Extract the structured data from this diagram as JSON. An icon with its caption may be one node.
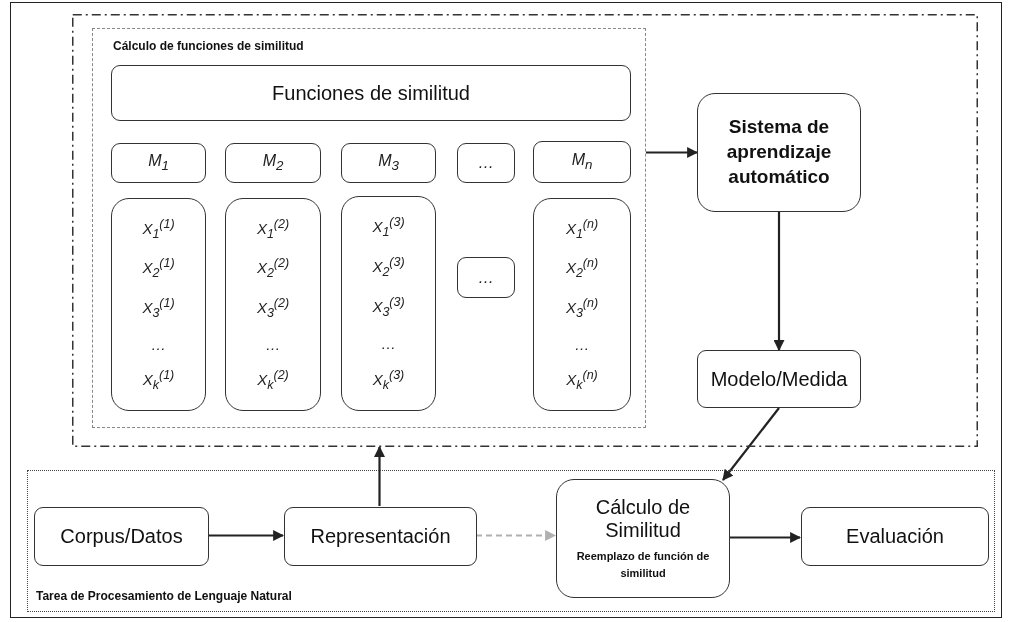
{
  "diagram": {
    "nodes": [
      {
        "text": [],
        "shape": "box"
      },
      {
        "text": [
          "Cálculo de funciones de similitud"
        ],
        "in": 0
      },
      {
        "text": [
          "Funciones de similitud"
        ],
        "in": 1
      },
      {
        "text": [
          "M$_{1}$"
        ],
        "in": 1
      },
      {
        "text": [
          "M$_{2}$"
        ],
        "in": 1
      },
      {
        "text": [
          "M$_{3}$"
        ],
        "in": 1
      },
      {
        "text": [
          "…"
        ],
        "in": 1
      },
      {
        "text": [
          "M$_{n}$"
        ],
        "in": 1
      },
      {
        "text": [
          "X$_{1}$$^{(1)}$",
          "X$_{2}$$^{(1)}$",
          "X$_{3}$$^{(1)}$",
          "…",
          "X$_{k}$$^{(1)}$"
        ],
        "in": 1
      },
      {
        "text": [
          "X$_{1}$$^{(2)}$",
          "X$_{2}$$^{(2)}$",
          "X$_{3}$$^{(2)}$",
          "…",
          "X$_{k}$$^{(2)}$"
        ],
        "in": 1
      },
      {
        "text": [
          "X$_{1}$$^{(3)}$",
          "X$_{2}$$^{(3)}$",
          "X$_{3}$$^{(3)}$",
          "…",
          "X$_{k}$$^{(3)}$"
        ],
        "in": 1
      },
      {
        "text": [
          "…"
        ],
        "in": 1
      },
      {
        "text": [
          "X$_{1}$$^{(n)}$",
          "X$_{2}$$^{(n)}$",
          "X$_{3}$$^{(n)}$",
          "…",
          "X$_{k}$$^{(n)}$"
        ],
        "in": 1
      },
      {
        "text": [
          "Sistema de aprendizaje automático"
        ],
        "in": 0
      },
      {
        "text": [
          "Modelo/Medida"
        ],
        "in": 0
      },
      {
        "text": [
          "Tarea de Procesamiento de Lenguaje Natural"
        ]
      },
      {
        "text": [
          "Corpus/Datos"
        ],
        "in": 15
      },
      {
        "text": [
          "Representación"
        ],
        "in": 15
      },
      {
        "text": [
          "Cálculo de Similitud",
          "Reemplazo de función de similitud"
        ],
        "in": 15
      },
      {
        "text": [
          "Evaluación"
        ],
        "in": 15
      }
    ],
    "edges": [
      {
        "from": 1,
        "to": 13,
        "arrow": "to"
      },
      {
        "from": 13,
        "to": 14,
        "arrow": "to"
      },
      {
        "from": 14,
        "to": 18,
        "arrow": "to"
      },
      {
        "from": 16,
        "to": 17,
        "arrow": "to"
      },
      {
        "from": 17,
        "to": 0,
        "arrow": "to"
      },
      {
        "from": 17,
        "to": 18,
        "arrow": "to",
        "style": "dashed",
        "color": "#b0b0b0"
      },
      {
        "from": 18,
        "to": 19,
        "arrow": "to"
      }
    ]
  }
}
